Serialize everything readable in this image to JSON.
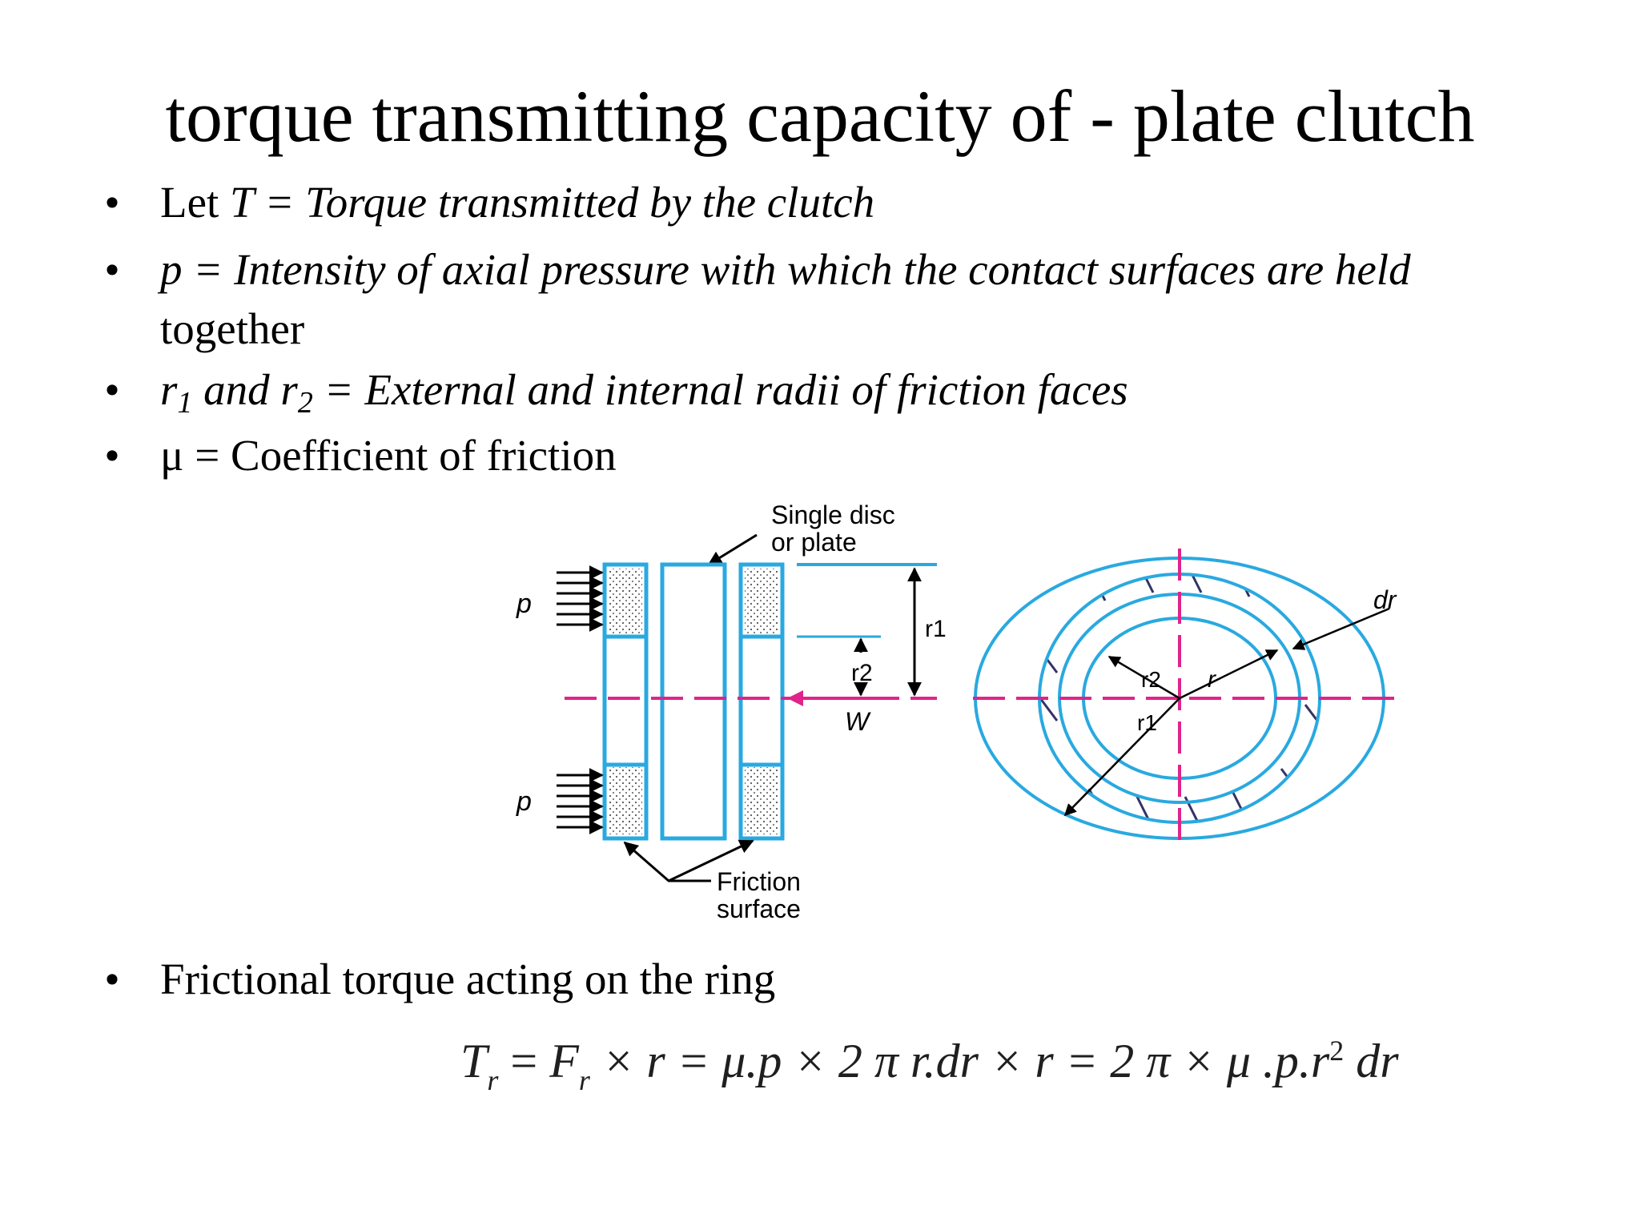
{
  "title": "torque transmitting capacity of - plate clutch",
  "bullets": {
    "b1": {
      "lead": "Let ",
      "var": "T",
      "rest": " = Torque transmitted by the clutch"
    },
    "b2": {
      "var": "p",
      "rest": " = Intensity of axial pressure with which the contact surfaces are held",
      "cont": "together"
    },
    "b3": {
      "r": "r",
      "one": "1",
      "and": " and ",
      "two": "2",
      "rest": " = External and internal radii of friction faces"
    },
    "b4": {
      "mu": "μ",
      "rest": " = Coefficient of friction"
    },
    "b5": {
      "text": "Frictional torque acting on the ring"
    }
  },
  "bullet_symbol": "•",
  "diagram": {
    "single_disc_line1": "Single disc",
    "single_disc_line2": "or  plate",
    "p_top": "p",
    "p_bottom": "p",
    "friction_line1": "Friction",
    "friction_line2": "surface",
    "w_label": "W",
    "r1_side": "r1",
    "r2_side": "r2",
    "dr_label": "dr",
    "r_label": "r",
    "r1_ring": "r1",
    "r2_ring": "r2",
    "colors": {
      "line": "#29a9e0",
      "axis": "#e0248a",
      "arrow": "#000000",
      "hatch": "#333366"
    }
  },
  "equation": {
    "T": "T",
    "r_sub": "r",
    "eq1": " = ",
    "F": "F",
    "mid": " × r = μ.p × 2 π r.dr × r = 2 π × μ .p.r",
    "sq": "2",
    "end": " dr"
  }
}
